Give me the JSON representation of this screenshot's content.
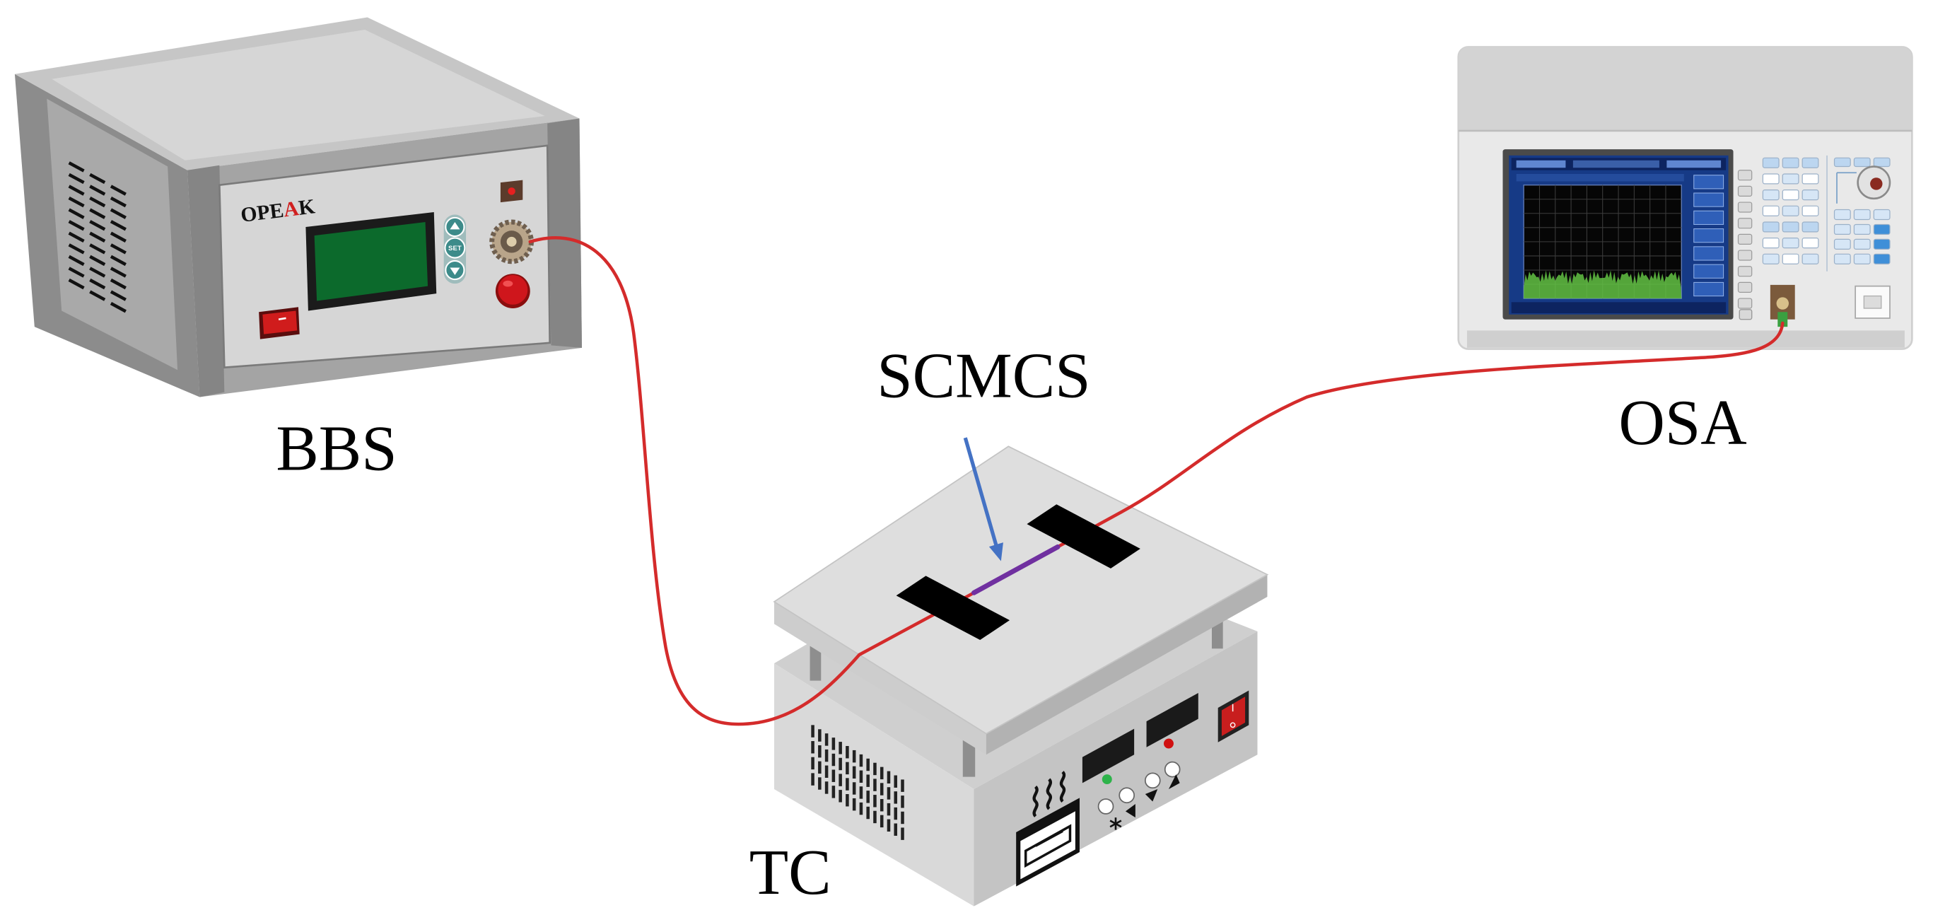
{
  "labels": {
    "bbs": "BBS",
    "scmcs": "SCMCS",
    "osa": "OSA",
    "tc": "TC"
  },
  "bbs_panel": {
    "brand": {
      "part1": "OPE",
      "accent": "A",
      "part2": "K"
    },
    "set_button": "SET"
  },
  "colors": {
    "fiber": "#d42b2b",
    "sample": "#7030a0",
    "arrow": "#4472c4",
    "lcd": "#0c6a2c",
    "brand_text": "#111111",
    "brand_accent": "#d02020"
  }
}
